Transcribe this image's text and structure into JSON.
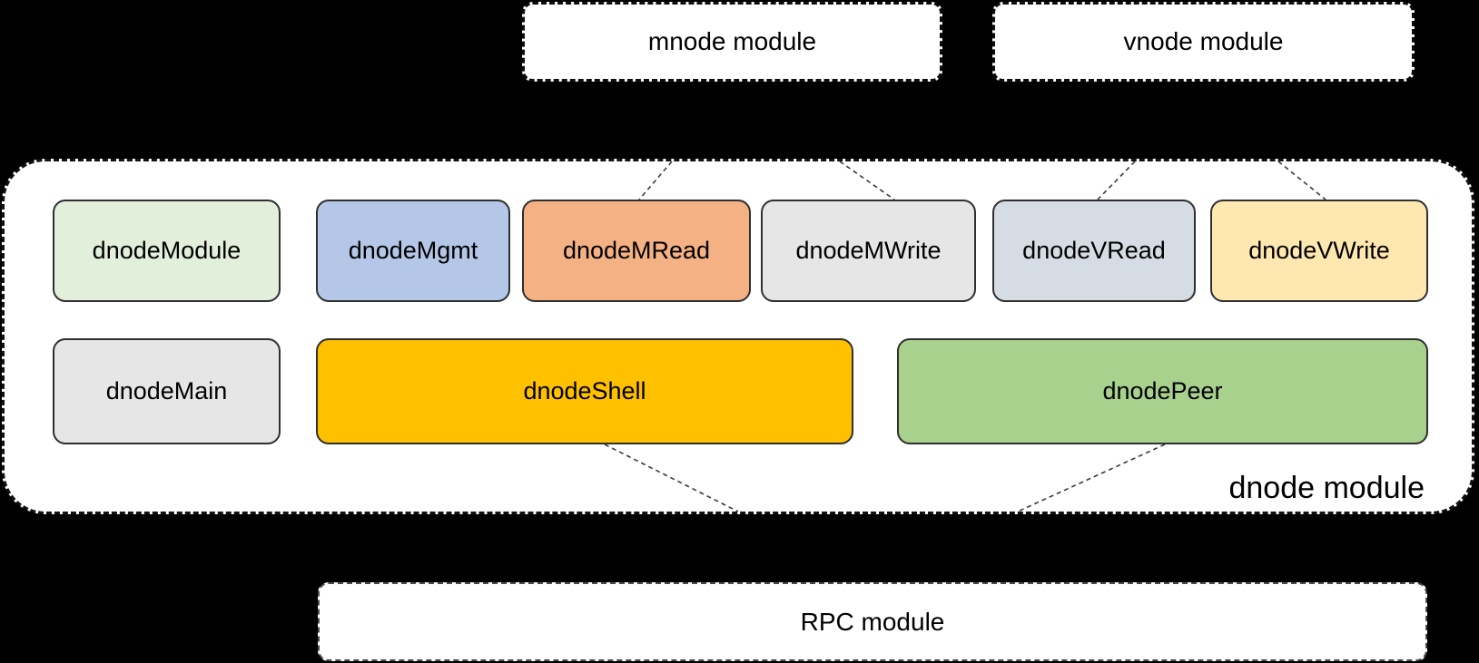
{
  "background_color": "#000000",
  "top_modules": [
    {
      "id": "mnode",
      "label": "mnode module"
    },
    {
      "id": "vnode",
      "label": "vnode module"
    }
  ],
  "dnode_container": {
    "label": "dnode module",
    "blocks": [
      {
        "id": "dnodeModule",
        "label": "dnodeModule",
        "color": "#e2efda"
      },
      {
        "id": "dnodeMgmt",
        "label": "dnodeMgmt",
        "color": "#b4c7e7"
      },
      {
        "id": "dnodeMRead",
        "label": "dnodeMRead",
        "color": "#f4b183"
      },
      {
        "id": "dnodeMWrite",
        "label": "dnodeMWrite",
        "color": "#e7e6e6"
      },
      {
        "id": "dnodeVRead",
        "label": "dnodeVRead",
        "color": "#d6dce4"
      },
      {
        "id": "dnodeVWrite",
        "label": "dnodeVWrite",
        "color": "#ffe8b0"
      },
      {
        "id": "dnodeMain",
        "label": "dnodeMain",
        "color": "#e7e6e6"
      },
      {
        "id": "dnodeShell",
        "label": "dnodeShell",
        "color": "#ffc000"
      },
      {
        "id": "dnodePeer",
        "label": "dnodePeer",
        "color": "#a9d18e"
      }
    ]
  },
  "bottom_modules": [
    {
      "id": "rpc",
      "label": "RPC module"
    }
  ],
  "connections": [
    {
      "from": "mnode module",
      "to": "dnodeMRead"
    },
    {
      "from": "mnode module",
      "to": "dnodeMWrite"
    },
    {
      "from": "vnode module",
      "to": "dnodeVRead"
    },
    {
      "from": "vnode module",
      "to": "dnodeVWrite"
    },
    {
      "from": "dnodeShell",
      "to": "RPC module"
    },
    {
      "from": "dnodePeer",
      "to": "RPC module"
    }
  ],
  "connector_color": "#3a3a3a"
}
